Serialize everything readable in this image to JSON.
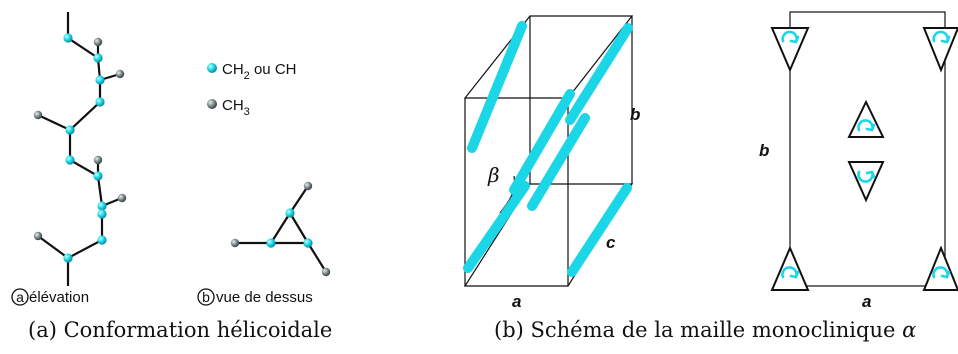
{
  "panel_a": {
    "legend": {
      "cyan_label_main": "CH",
      "cyan_label_sub": "2",
      "cyan_label_rest": " ou CH",
      "grey_label_main": "CH",
      "grey_label_sub": "3"
    },
    "view_a_letter": "a",
    "view_a_text": "élévation",
    "view_b_letter": "b",
    "view_b_text": "vue de dessus",
    "caption": "(a) Conformation hélicoidale"
  },
  "panel_b": {
    "label_b_left": "b",
    "label_c": "c",
    "label_a_left": "a",
    "label_beta": "β",
    "label_b_right": "b",
    "label_a_right": "a",
    "caption_text": "(b) Schéma de la maille monoclinique ",
    "caption_symbol": "α"
  },
  "colors": {
    "cyan": "#1ad6e6",
    "grey": "#7d8a8c",
    "line": "#111111"
  }
}
